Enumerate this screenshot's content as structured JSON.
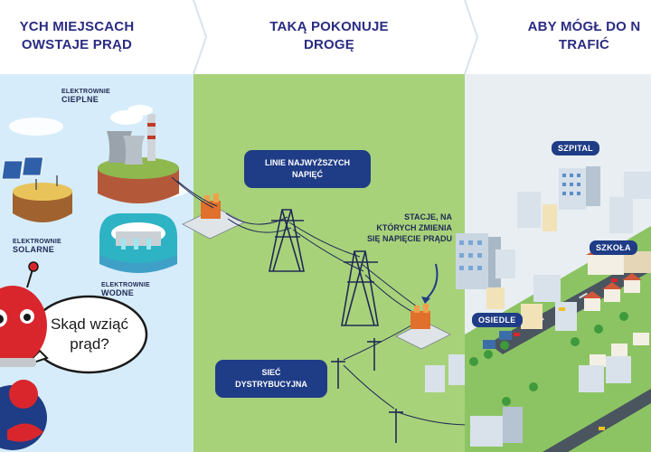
{
  "headers": {
    "left": [
      "YCH MIEJSCACH",
      "OWSTAJE PRĄD"
    ],
    "center": [
      "TAKĄ POKONUJE",
      "DROGĘ"
    ],
    "right": [
      "ABY MÓGŁ DO N",
      "TRAFIĆ"
    ]
  },
  "plants": {
    "thermal": [
      "ELEKTROWNIE",
      "CIEPLNE"
    ],
    "solar": [
      "ELEKTROWNIE",
      "SOLARNE"
    ],
    "hydro": [
      "ELEKTROWNIE",
      "WODNE"
    ]
  },
  "callouts": {
    "high_voltage": [
      "LINIE NAJWYŻSZYCH",
      "NAPIĘĆ"
    ],
    "stations": [
      "STACJE, NA",
      "KTÓRYCH ZMIENIA",
      "SIĘ NAPIĘCIE PRĄDU"
    ],
    "distribution": [
      "SIEĆ",
      "DYSTRYBUCYJNA"
    ]
  },
  "city_tags": {
    "hospital": "SZPITAL",
    "school": "SZKOŁA",
    "estate": "OSIEDLE"
  },
  "speech": [
    "Skąd wziąć",
    "prąd?"
  ],
  "colors": {
    "header_bg": "#ffffff",
    "left_bg": "#d6ecfa",
    "center_bg": "#a8d27a",
    "right_bg": "#e8eef2",
    "navy": "#1f3c86",
    "title": "#2b2c82",
    "mascot_red": "#d9262c"
  }
}
